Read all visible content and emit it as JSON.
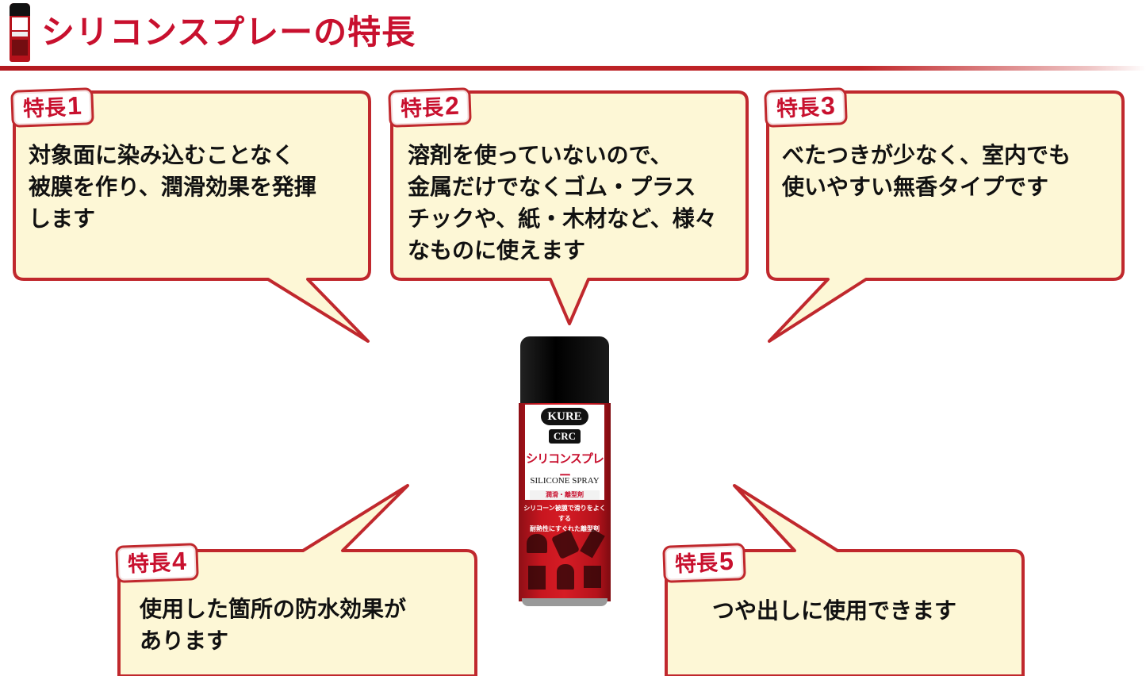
{
  "header": {
    "title": "シリコンスプレーの特長",
    "icon": "spray-can-icon"
  },
  "colors": {
    "accent": "#c8102e",
    "border": "#c0282d",
    "bubble_fill": "#fdf7d6",
    "text": "#111111"
  },
  "features": [
    {
      "tag": "特長",
      "num": "1",
      "text": "対象面に染み込むことなく\n被膜を作り、潤滑効果を発揮\nします"
    },
    {
      "tag": "特長",
      "num": "2",
      "text": "溶剤を使っていないので、\n金属だけでなくゴム・プラス\nチックや、紙・木材など、様々\nなものに使えます"
    },
    {
      "tag": "特長",
      "num": "3",
      "text": "べたつきが少なく、室内でも\n使いやすい無香タイプです"
    },
    {
      "tag": "特長",
      "num": "4",
      "text": "使用した箇所の防水効果が\nあります"
    },
    {
      "tag": "特長",
      "num": "5",
      "text": "つや出しに使用できます"
    }
  ],
  "product": {
    "brand": "KURE",
    "sub_brand": "CRC",
    "name_jp": "シリコンスプレー",
    "name_en": "SILICONE SPRAY",
    "category": "潤滑・離型剤",
    "description": "シリコーン被膜で滑りをよくする\n耐熱性にすぐれた離型剤"
  }
}
